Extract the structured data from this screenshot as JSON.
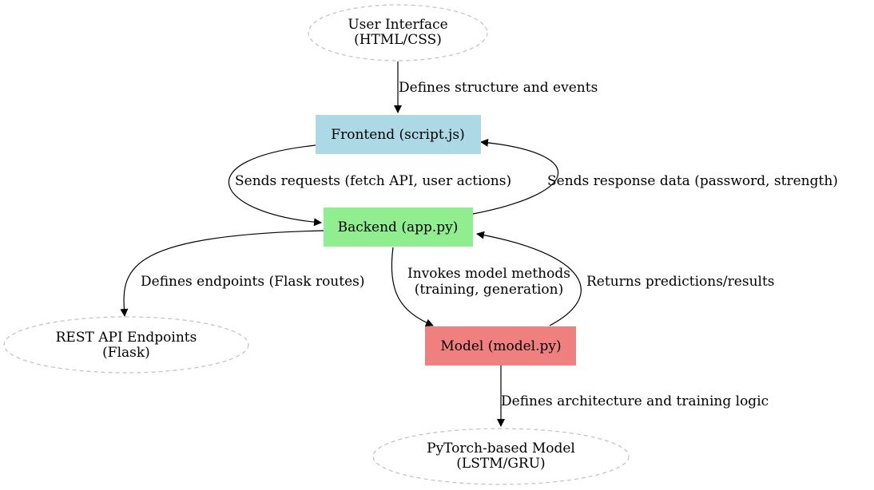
{
  "diagram": {
    "nodes": {
      "user_interface": {
        "lines": [
          "User Interface",
          "(HTML/CSS)"
        ]
      },
      "frontend": {
        "label": "Frontend (script.js)",
        "fill": "#add8e6"
      },
      "backend": {
        "label": "Backend (app.py)",
        "fill": "#90ee90"
      },
      "rest_api": {
        "lines": [
          "REST API Endpoints",
          "(Flask)"
        ]
      },
      "model": {
        "label": "Model (model.py)",
        "fill": "#f08080"
      },
      "pytorch_model": {
        "lines": [
          "PyTorch-based Model",
          "(LSTM/GRU)"
        ]
      }
    },
    "edges": {
      "ui_to_frontend": {
        "label": "Defines structure and events"
      },
      "frontend_to_backend": {
        "label": "Sends requests (fetch API, user actions)"
      },
      "backend_to_frontend": {
        "label": "Sends response data (password, strength)"
      },
      "backend_to_rest": {
        "label": "Defines endpoints (Flask routes)"
      },
      "backend_to_model": {
        "lines": [
          "Invokes model methods",
          "(training, generation)"
        ]
      },
      "model_to_backend": {
        "label": "Returns predictions/results"
      },
      "model_to_pytorch": {
        "label": "Defines architecture and training logic"
      }
    },
    "colors": {
      "dashed_outline": "#c0c0c0",
      "edge": "#000000"
    }
  }
}
